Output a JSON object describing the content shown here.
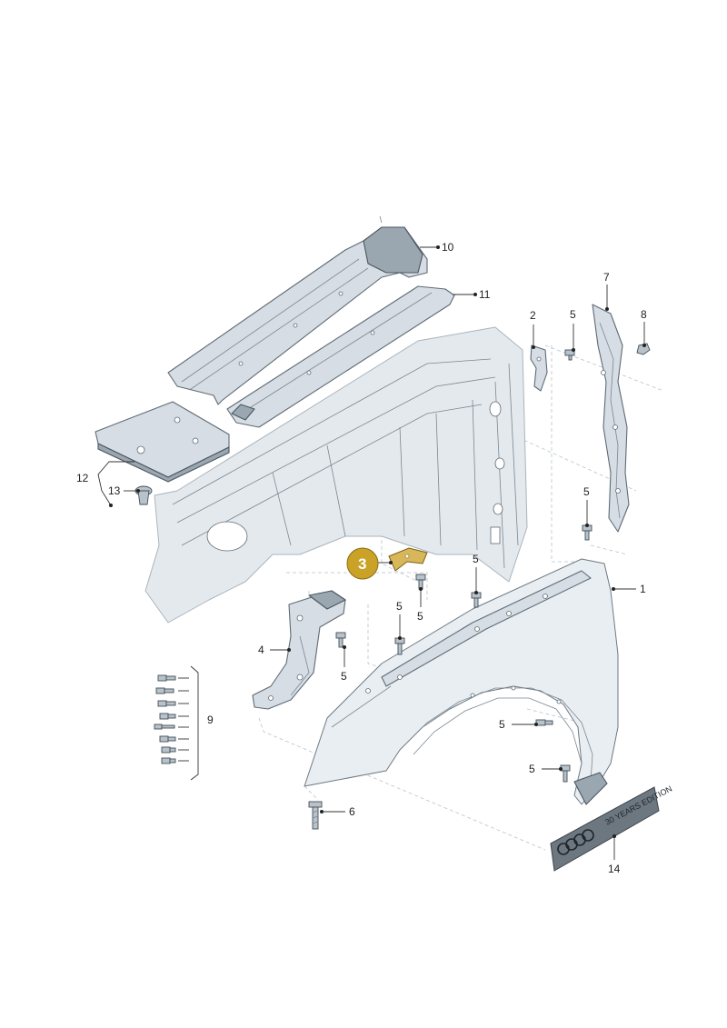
{
  "diagram": {
    "labels": {
      "l1": "1",
      "l2": "2",
      "l3": "3",
      "l4": "4",
      "l5": "5",
      "l6": "6",
      "l7": "7",
      "l8": "8",
      "l9": "9",
      "l10": "10",
      "l11": "11",
      "l12": "12",
      "l13": "13",
      "l14": "14"
    },
    "badge_text": "30 YEARS EDITION",
    "highlight_color": "#c9a227"
  }
}
